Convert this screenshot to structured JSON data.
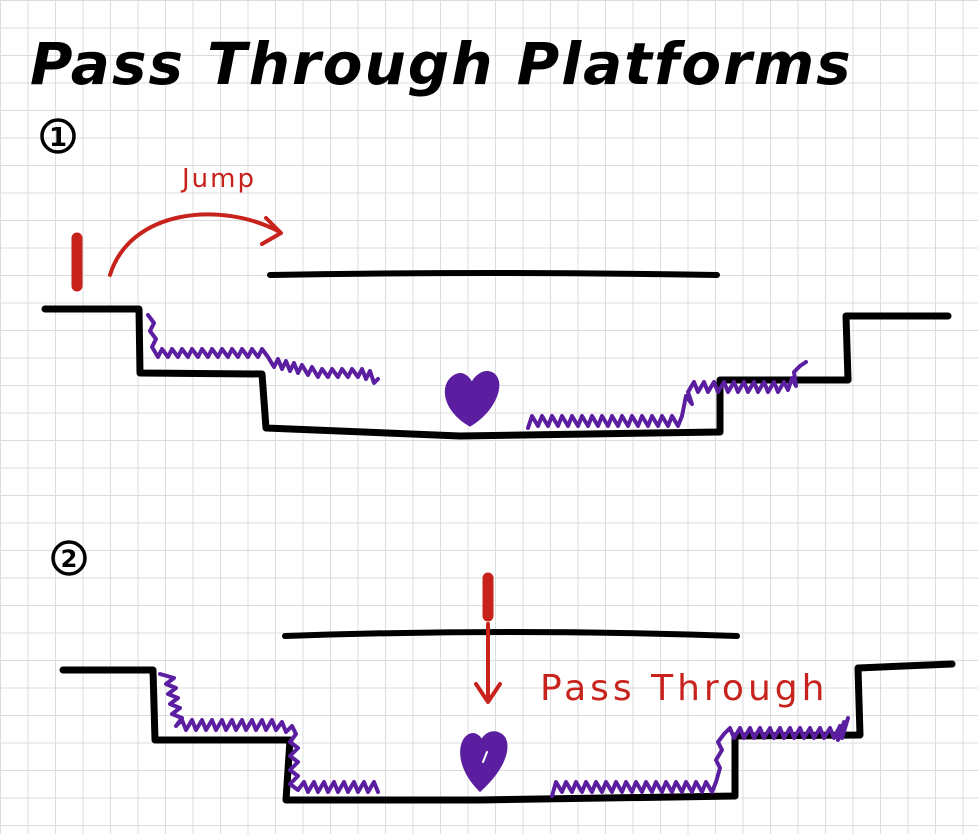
{
  "title": "Pass Through Platforms",
  "colors": {
    "ink": "#000000",
    "annotation": "#c8221c",
    "enemy": "#5b1ea0",
    "grid": "#dcdcdc"
  },
  "steps": [
    {
      "number": "1",
      "action_label": "Jump"
    },
    {
      "number": "2",
      "action_label": "Pass Through"
    }
  ]
}
